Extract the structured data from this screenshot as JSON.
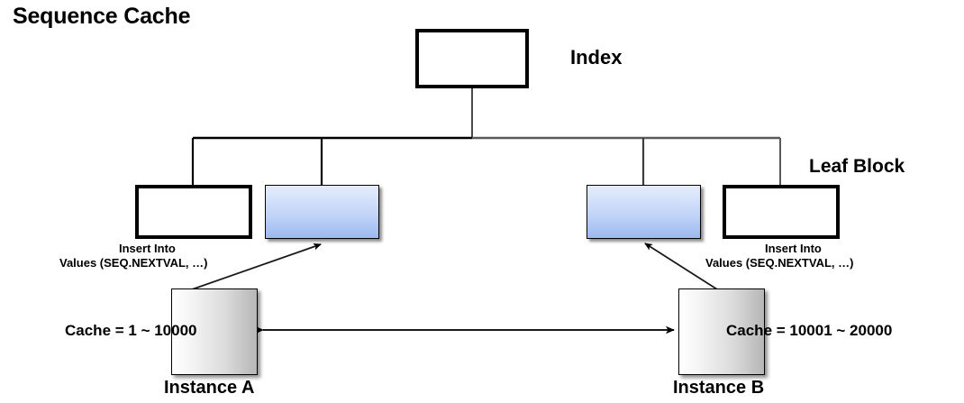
{
  "title": "Sequence Cache",
  "labels": {
    "index": "Index",
    "leaf_block": "Leaf Block",
    "instance_a": "Instance A",
    "instance_b": "Instance B"
  },
  "cache": {
    "instance_a": "Cache = 1 ~ 10000",
    "instance_b": "Cache = 10001 ~ 20000"
  },
  "insert_statement": {
    "line1": "Insert Into",
    "line2": "Values (SEQ.NEXTVAL, …)"
  },
  "colors": {
    "background": "#ffffff",
    "stroke": "#000000",
    "leaf_blue_top": "#e4ecfc",
    "leaf_blue_bottom": "#9bbaef",
    "instance_gradient_light": "#ffffff",
    "instance_gradient_dark": "#b6b6b6",
    "connector_line": "#404040"
  },
  "icons": {
    "arrow_head": "triangle-arrowhead"
  }
}
